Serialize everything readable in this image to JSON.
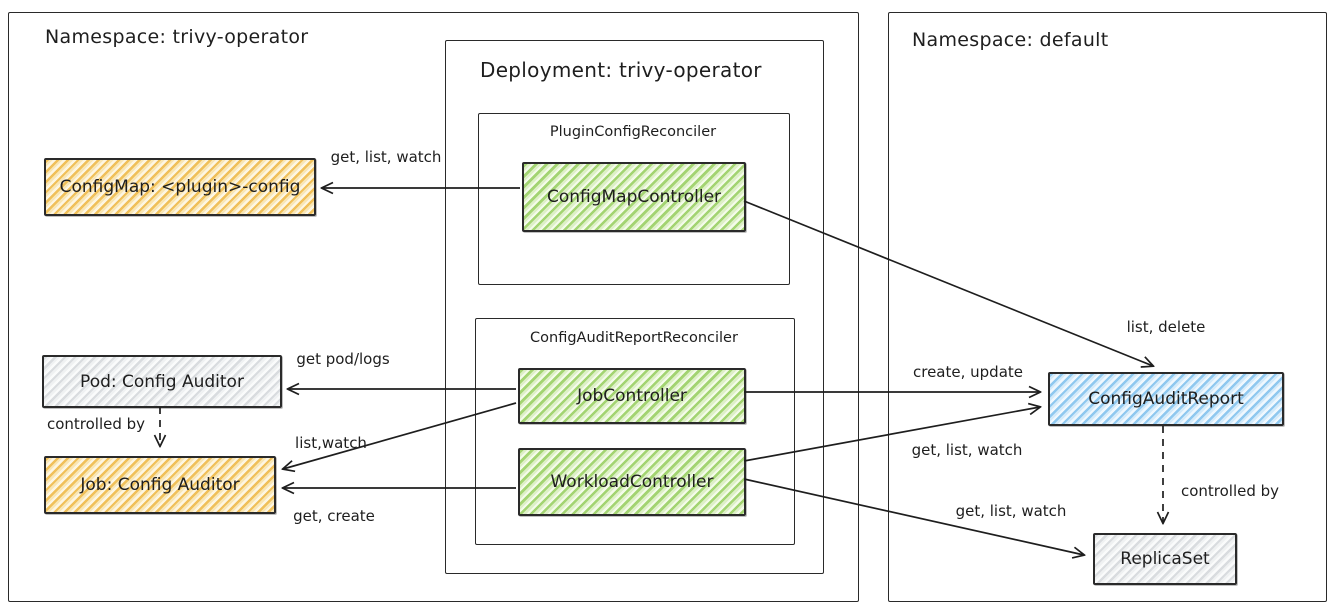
{
  "diagram": {
    "containers": {
      "namespace_left": {
        "label": "Namespace: trivy-operator"
      },
      "namespace_right": {
        "label": "Namespace: default"
      },
      "deployment": {
        "label": "Deployment: trivy-operator"
      },
      "plugin_config_reconciler": {
        "label": "PluginConfigReconciler"
      },
      "config_audit_report_reconciler": {
        "label": "ConfigAuditReportReconciler"
      }
    },
    "nodes": {
      "config_map": {
        "label": "ConfigMap: <plugin>-config",
        "color": "#f0c05a"
      },
      "pod_config_auditor": {
        "label": "Pod: Config Auditor",
        "color": "#d9dcdf"
      },
      "job_config_auditor": {
        "label": "Job: Config Auditor",
        "color": "#f0c05a"
      },
      "config_map_controller": {
        "label": "ConfigMapController",
        "color": "#a3d472"
      },
      "job_controller": {
        "label": "JobController",
        "color": "#a3d472"
      },
      "workload_controller": {
        "label": "WorkloadController",
        "color": "#a3d472"
      },
      "config_audit_report": {
        "label": "ConfigAuditReport",
        "color": "#8fc8ef"
      },
      "replica_set": {
        "label": "ReplicaSet",
        "color": "#d9dcdf"
      }
    },
    "edges": {
      "cmc_to_configmap": {
        "label": "get, list, watch"
      },
      "cmc_to_car": {
        "label": "list, delete"
      },
      "jobc_to_pod": {
        "label": "get pod/logs"
      },
      "jobc_to_job": {
        "label": "list,watch"
      },
      "jobc_to_car": {
        "label": "create, update"
      },
      "wc_to_job": {
        "label": "get, create"
      },
      "wc_to_car": {
        "label": "get, list, watch"
      },
      "wc_to_rs": {
        "label": "get, list, watch"
      },
      "pod_controlled_by": {
        "label": "controlled by"
      },
      "car_controlled_by": {
        "label": "controlled by"
      }
    },
    "colors": {
      "stroke": "#1e1e1e",
      "green_fill": "#a3d472",
      "orange_fill": "#f0c05a",
      "blue_fill": "#8fc8ef",
      "gray_fill": "#d9dcdf"
    }
  }
}
